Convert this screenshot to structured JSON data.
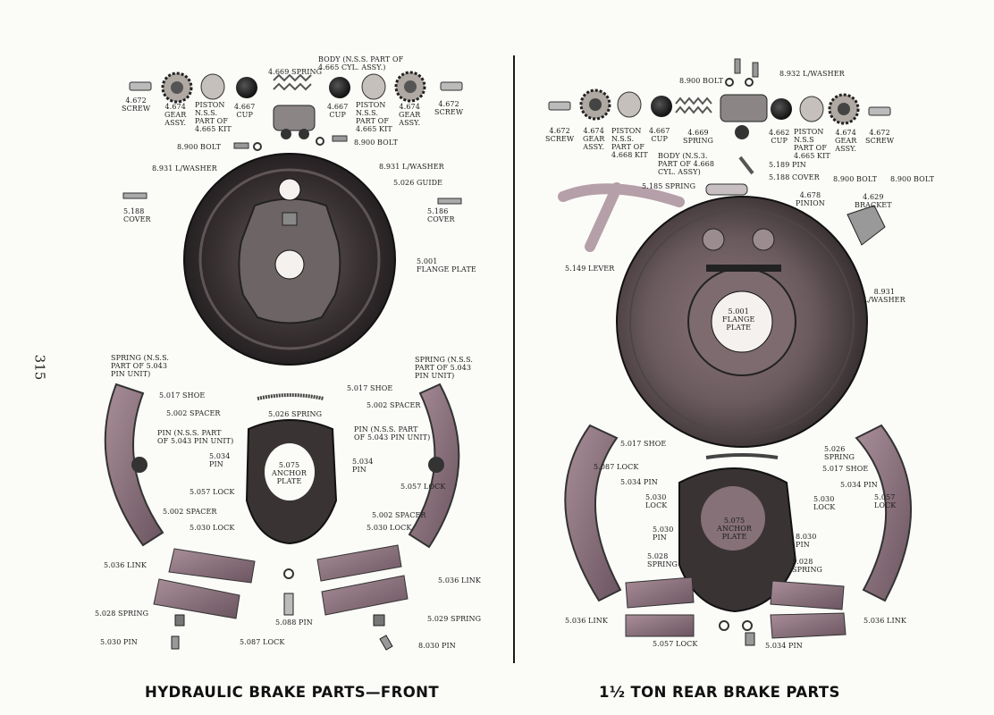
{
  "page_number": "315",
  "colors": {
    "plate_dark": "#2e2a2b",
    "plate_mid": "#5b5152",
    "shoe_mauve": "#8e7580",
    "metal": "#a9a3a4",
    "ink": "#1b1b1b"
  },
  "left": {
    "caption": "HYDRAULIC BRAKE PARTS—FRONT",
    "labels": {
      "body": "BODY (N.S.S. PART OF\n4.665 CYL. ASSY.)",
      "spring_4669": "4.669 SPRING",
      "screw_l": "4.672\nSCREW",
      "gear_l": "4.674\nGEAR\nASSY.",
      "piston_l": "PISTON\nN.S.S.\nPART OF\n4.665 KIT",
      "cup_l": "4.667\nCUP",
      "cup_r": "4.667\nCUP",
      "piston_r": "PISTON\nN.S.S.\nPART OF\n4.665 KIT",
      "gear_r": "4.674\nGEAR\nASSY.",
      "screw_r": "4.672\nSCREW",
      "bolt_l": "8.900 BOLT",
      "bolt_r": "8.900 BOLT",
      "lwasher_l": "8.931 L/WASHER",
      "lwasher_r": "8.931 L/WASHER",
      "guide": "5.026 GUIDE",
      "cover_l": "5.188\nCOVER",
      "cover_r": "5.186\nCOVER",
      "flange": "5.001\nFLANGE PLATE",
      "spring_pin_l": "SPRING (N.S.S.\nPART OF 5.043\nPIN UNIT)",
      "spring_pin_r": "SPRING (N.S.S.\nPART OF 5.043\nPIN UNIT)",
      "shoe_l": "5.017 SHOE",
      "shoe_r": "5.017 SHOE",
      "spacer_tl": "5.002 SPACER",
      "spacer_tr": "5.002 SPACER",
      "spring_5026": "5.026 SPRING",
      "pin_nss_l": "PIN (N.S.S. PART\nOF 5.043 PIN UNIT)",
      "pin_nss_r": "PIN (N.S.S. PART\nOF 5.043 PIN UNIT)",
      "pin_5034_l": "5.034\nPIN",
      "pin_5034_r": "5.034\nPIN",
      "anchor": "5.075\nANCHOR\nPLATE",
      "lock_5057_l": "5.057 LOCK",
      "lock_5057_r": "5.057 LOCK",
      "spacer_bl": "5.002 SPACER",
      "spacer_br": "5.002 SPACER",
      "lock_5030_l": "5.030 LOCK",
      "lock_5030_r": "5.030 LOCK",
      "link_l": "5.036 LINK",
      "link_r": "5.036 LINK",
      "spring_5028_l": "5.028 SPRING",
      "spring_5029_r": "5.029 SPRING",
      "pin_5030_l": "5.030 PIN",
      "pin_8030_r": "8.030 PIN",
      "lock_5087": "5.087 LOCK",
      "pin_5088": "5.088 PIN"
    }
  },
  "right": {
    "caption": "1½ TON REAR BRAKE PARTS",
    "labels": {
      "bolt_top": "8.900 BOLT",
      "lwasher_top": "8.932 L/WASHER",
      "screw_l": "4.672\nSCREW",
      "gear_l": "4.674\nGEAR\nASSY.",
      "piston_l": "PISTON\nN.S.S.\nPART OF\n4.668 KIT",
      "cup_l": "4.667\nCUP",
      "spring_4669": "4.669\nSPRING",
      "cup_r": "4.662\nCUP",
      "piston_r": "PISTON\nN.S.S\nPART OF\n4.665 KIT",
      "gear_r": "4.674\nGEAR\nASSY.",
      "screw_r": "4.672\nSCREW",
      "body": "BODY (N.S.3.\nPART OF 4.668\nCYL. ASSY)",
      "pin_5189": "5.189 PIN",
      "cover_5188": "5.188 COVER",
      "spring_5185": "5.185 SPRING",
      "bolt_l": "8.900 BOLT",
      "bolt_r": "8.900 BOLT",
      "pinion": "4.678\nPINION",
      "bracket": "4.629\nBRACKET",
      "lever": "5.149 LEVER",
      "flange": "5.001\nFLANGE\nPLATE",
      "lwasher": "8.931\nL/WASHER",
      "shoe_l": "5.017 SHOE",
      "shoe_r": "5.017 SHOE",
      "spring_5026": "5.026\nSPRING",
      "lock_5057_tl": "5.087 LOCK",
      "pin_5034_l": "5.034 PIN",
      "lock_5030_l": "5.030\nLOCK",
      "pin_5030_l": "5.030\nPIN",
      "spring_5028_l": "5.028\nSPRING",
      "anchor": "5.075\nANCHOR\nPLATE",
      "pin_5034_r": "5.034 PIN",
      "lock_5030_r": "5.030\nLOCK",
      "lock_5057_r": "5.057\nLOCK",
      "pin_8030_r": "8.030\nPIN",
      "spring_5028_r": "5.028\nSPRING",
      "link_l": "5.036 LINK",
      "link_r": "5.036 LINK",
      "lock_5057_b": "5.057 LOCK",
      "pin_5034_b": "5.034 PIN"
    }
  }
}
